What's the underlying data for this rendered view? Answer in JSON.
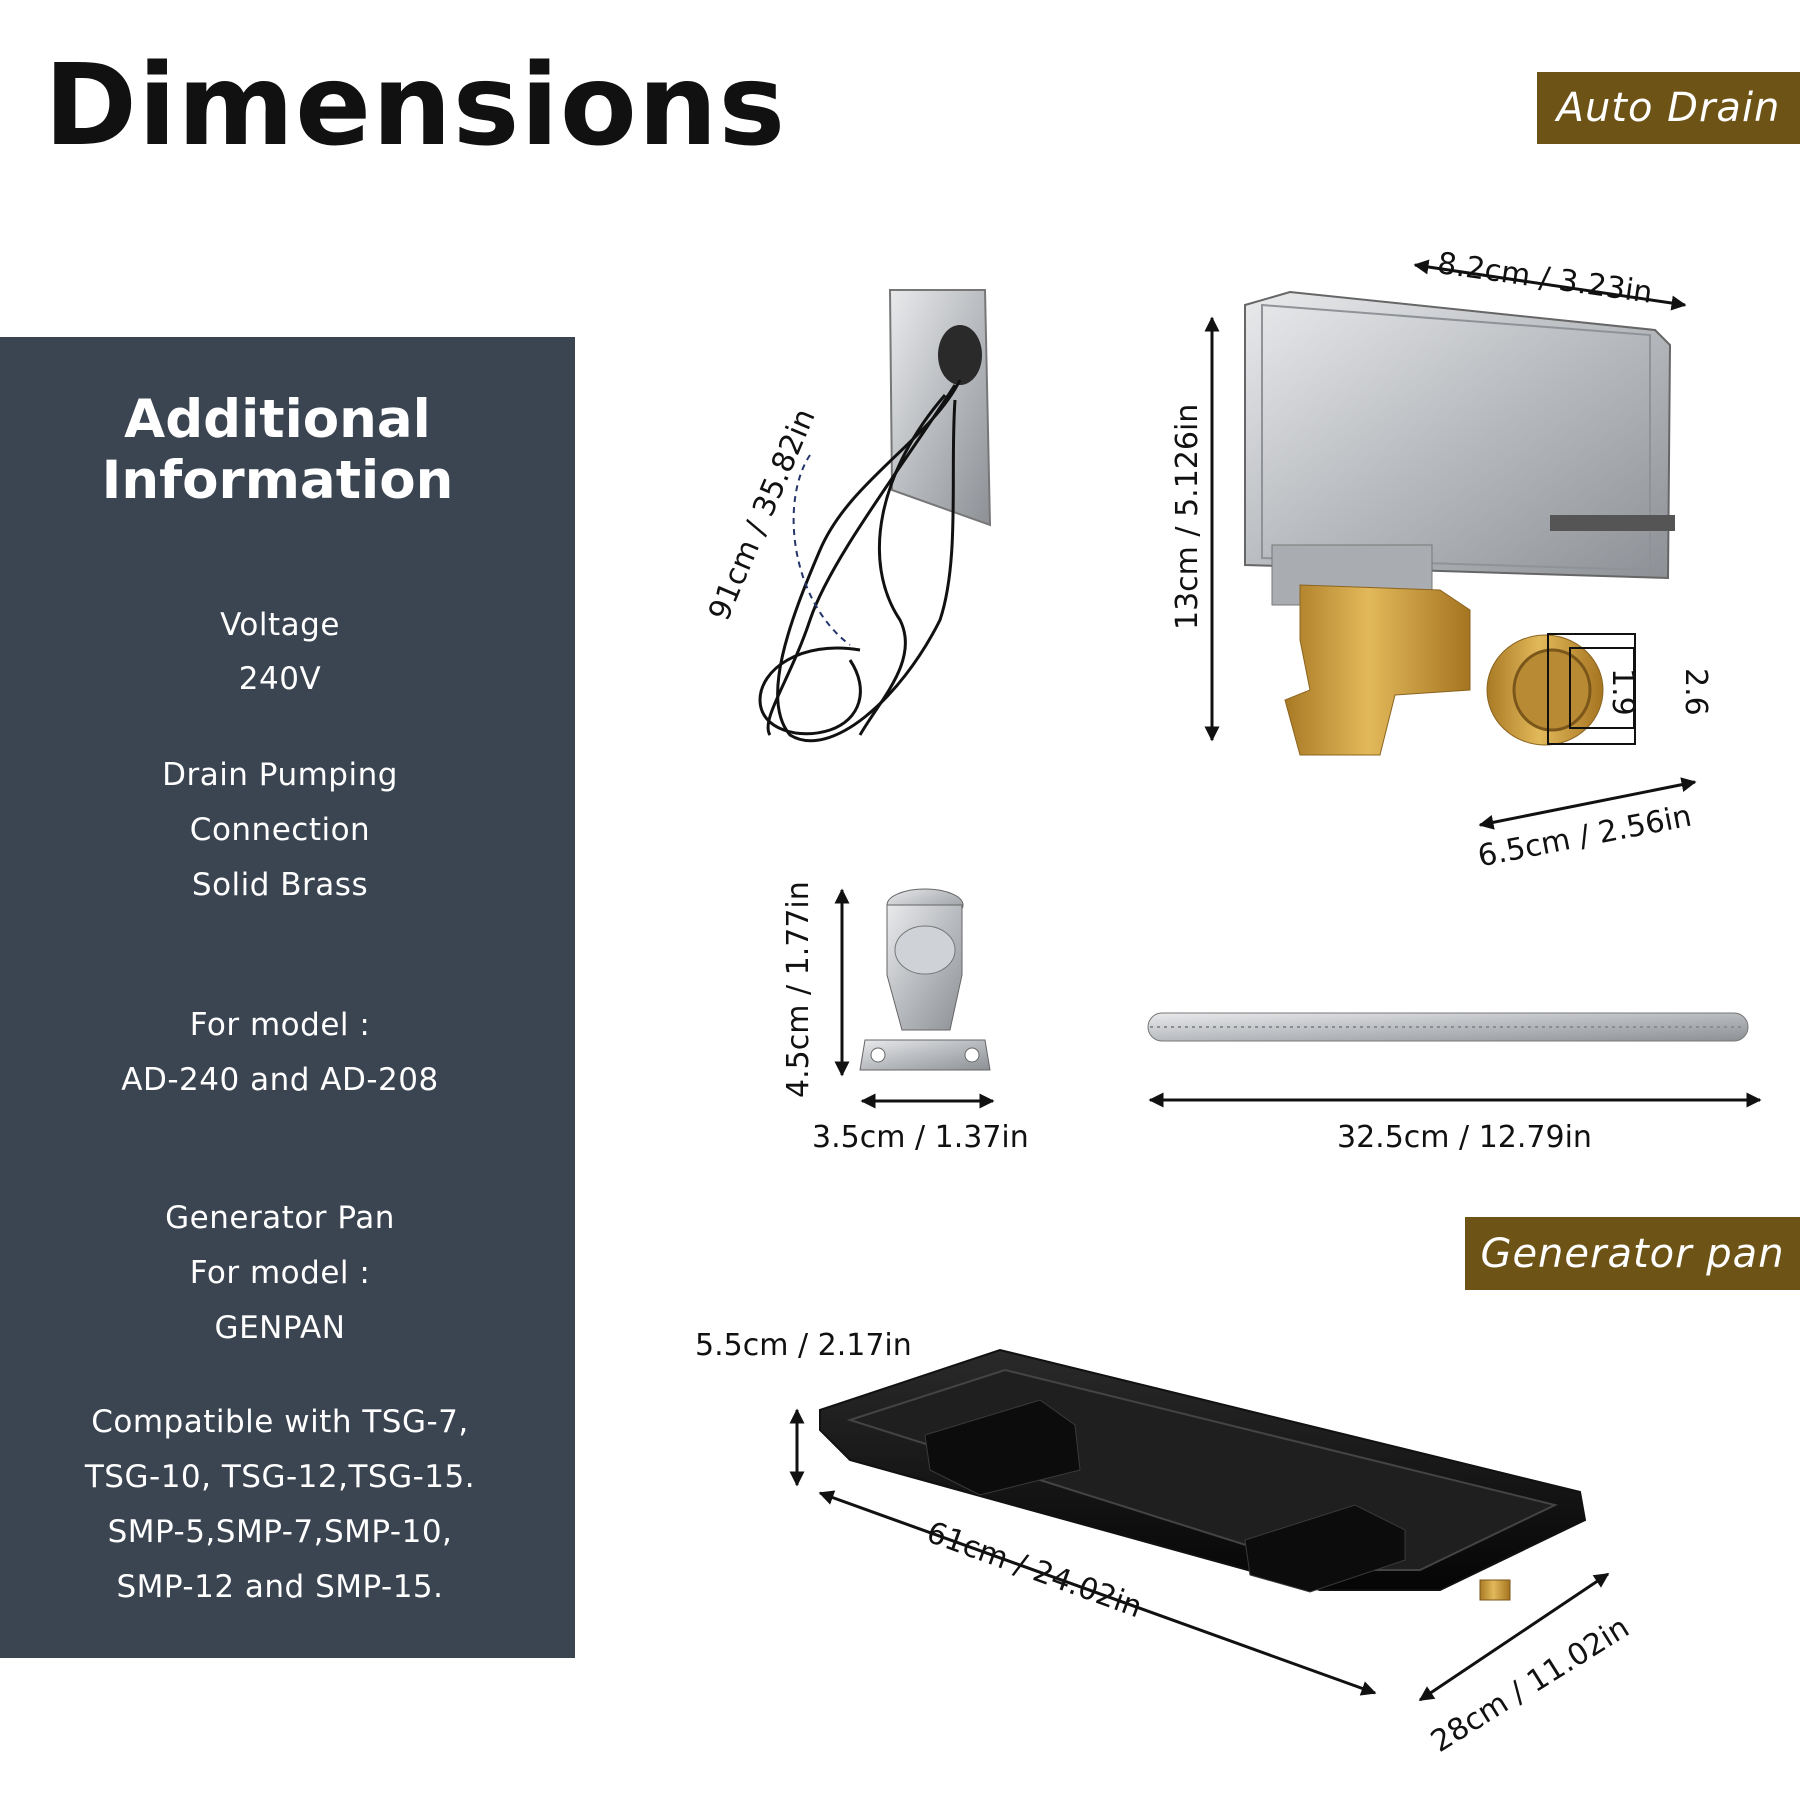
{
  "page": {
    "title": "Dimensions",
    "tags": {
      "auto_drain": "Auto Drain",
      "generator_pan": "Generator pan"
    }
  },
  "panel": {
    "heading": "Additional Information",
    "lines": [
      "Voltage",
      "240V",
      "Drain Pumping",
      "Connection",
      "Solid Brass",
      "For model :",
      "AD-240 and AD-208",
      "Generator Pan",
      "For model :",
      "GENPAN",
      "Compatible with TSG-7,",
      "TSG-10, TSG-12,TSG-15.",
      "SMP-5,SMP-7,SMP-10,",
      "SMP-12 and SMP-15."
    ]
  },
  "dimensions": {
    "cable_length": "91cm / 35.82in",
    "valve_width": "8.2cm / 3.23in",
    "valve_height": "13cm / 5.126in",
    "valve_inner": "1.9",
    "valve_outer": "2.6",
    "valve_depth": "6.5cm / 2.56in",
    "fitting_height": "4.5cm / 1.77in",
    "fitting_width": "3.5cm / 1.37in",
    "conduit_length": "32.5cm / 12.79in",
    "pan_height": "5.5cm / 2.17in",
    "pan_length": "61cm / 24.02in",
    "pan_width": "28cm / 11.02in"
  },
  "colors": {
    "panel": "#3b4552",
    "tag": "#6e5316",
    "brass": "#c99a3c",
    "steel": "#c9ccd0"
  },
  "icons": {
    "wire_harness": "wire-harness-illustration",
    "zone_valve": "zone-valve-illustration",
    "fitting": "conduit-fitting-illustration",
    "conduit": "flex-conduit-illustration",
    "pan": "generator-pan-illustration"
  }
}
